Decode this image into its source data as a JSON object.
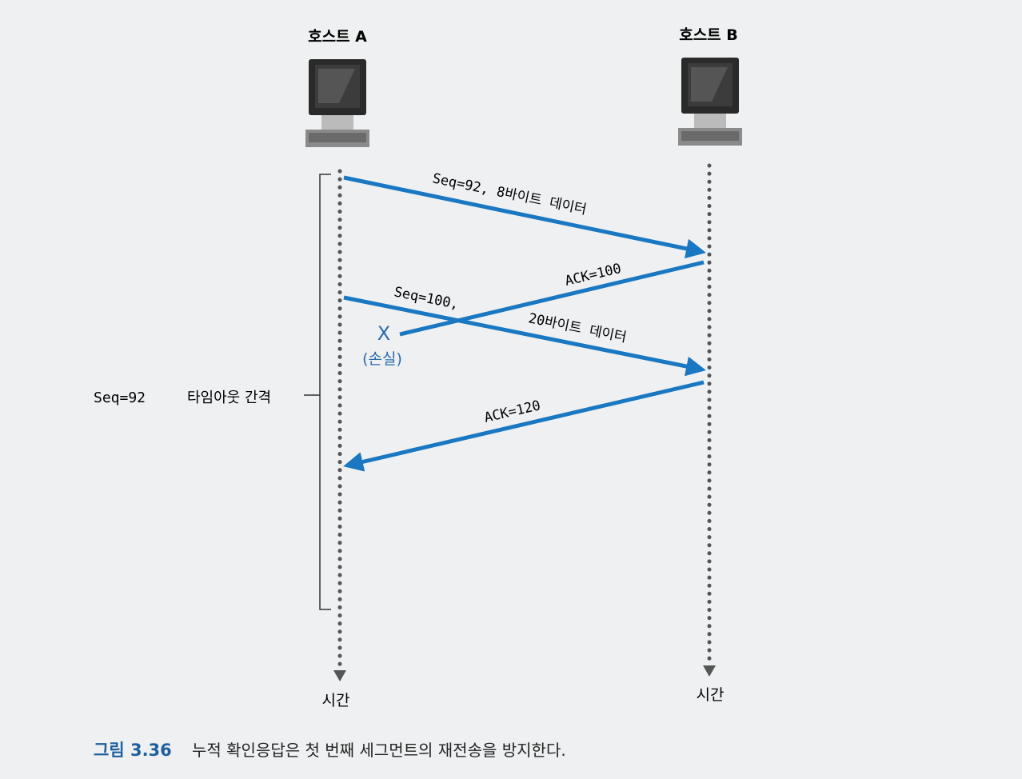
{
  "hosts": {
    "a_label": "호스트 A",
    "b_label": "호스트 B",
    "a_time": "시간",
    "b_time": "시간"
  },
  "messages": {
    "seq92": "Seq=92, 8바이트 데이터",
    "ack100": "ACK=100",
    "seq100_a": "Seq=100,",
    "seq100_b": "20바이트 데이터",
    "ack120": "ACK=120",
    "loss_mark": "X",
    "loss_label": "(손실)"
  },
  "timeout": {
    "label_seq": "Seq=92",
    "label_text": "타임아웃 간격"
  },
  "caption": {
    "number": "그림 3.36",
    "text": "누적 확인응답은 첫 번째 세그먼트의 재전송을 방지한다."
  },
  "colors": {
    "arrow": "#1a78c2",
    "caption_number": "#1f5f9e",
    "loss": "#2a6bb0"
  }
}
